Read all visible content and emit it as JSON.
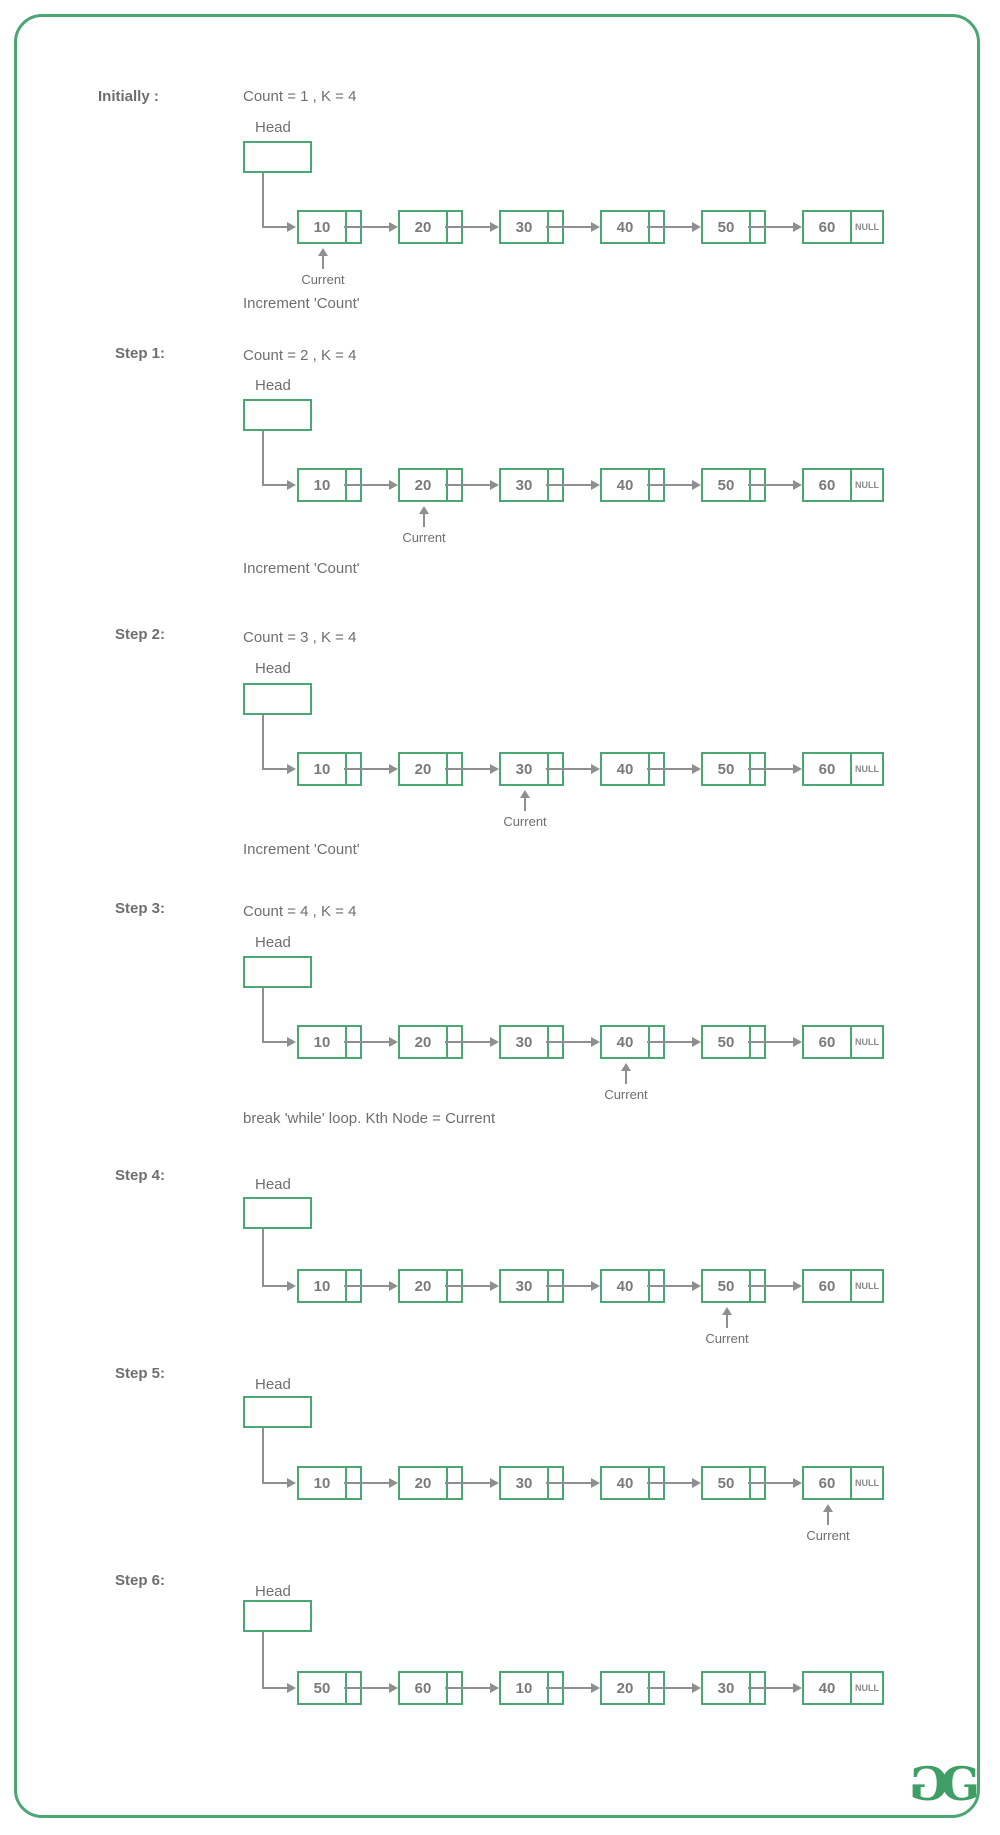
{
  "sections": [
    {
      "label": "Initially :",
      "count_text": "Count = 1 , K = 4",
      "head_label": "Head",
      "nodes": [
        "10",
        "20",
        "30",
        "40",
        "50",
        "60"
      ],
      "null_label": "NULL",
      "current_index": 0,
      "current_label": "Current",
      "caption": "Increment 'Count'"
    },
    {
      "label": "Step 1:",
      "count_text": "Count = 2 , K = 4",
      "head_label": "Head",
      "nodes": [
        "10",
        "20",
        "30",
        "40",
        "50",
        "60"
      ],
      "null_label": "NULL",
      "current_index": 1,
      "current_label": "Current",
      "caption": "Increment 'Count'"
    },
    {
      "label": "Step 2:",
      "count_text": "Count = 3 , K = 4",
      "head_label": "Head",
      "nodes": [
        "10",
        "20",
        "30",
        "40",
        "50",
        "60"
      ],
      "null_label": "NULL",
      "current_index": 2,
      "current_label": "Current",
      "caption": "Increment 'Count'"
    },
    {
      "label": "Step 3:",
      "count_text": "Count = 4 , K = 4",
      "head_label": "Head",
      "nodes": [
        "10",
        "20",
        "30",
        "40",
        "50",
        "60"
      ],
      "null_label": "NULL",
      "current_index": 3,
      "current_label": "Current",
      "caption": "break 'while' loop. Kth Node = Current"
    },
    {
      "label": "Step 4:",
      "head_label": "Head",
      "nodes": [
        "10",
        "20",
        "30",
        "40",
        "50",
        "60"
      ],
      "null_label": "NULL",
      "current_index": 4,
      "current_label": "Current"
    },
    {
      "label": "Step 5:",
      "head_label": "Head",
      "nodes": [
        "10",
        "20",
        "30",
        "40",
        "50",
        "60"
      ],
      "null_label": "NULL",
      "current_index": 5,
      "current_label": "Current"
    },
    {
      "label": "Step 6:",
      "head_label": "Head",
      "nodes": [
        "50",
        "60",
        "10",
        "20",
        "30",
        "40"
      ],
      "null_label": "NULL"
    }
  ],
  "logo": {
    "letters": "GG"
  },
  "colors": {
    "green": "#4aa673",
    "text_gray": "#6f6f6f",
    "arrow_gray": "#8f8f8f"
  }
}
